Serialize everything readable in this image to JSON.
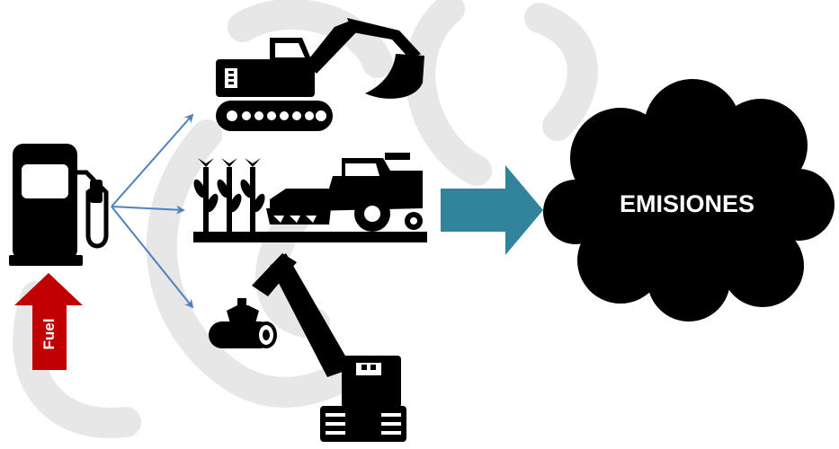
{
  "diagram": {
    "fuel_label": "Fuel",
    "emissions_label": "EMISIONES",
    "nodes": [
      {
        "id": "fuel-pump",
        "icon": "fuel-pump-icon"
      },
      {
        "id": "excavator",
        "icon": "excavator-icon"
      },
      {
        "id": "harvester",
        "icon": "combine-harvester-icon"
      },
      {
        "id": "log-loader",
        "icon": "log-loader-icon"
      },
      {
        "id": "emissions-cloud",
        "icon": "cloud-icon"
      }
    ],
    "colors": {
      "silhouette": "#000000",
      "fuel_arrow": "#c00000",
      "big_arrow": "#31849b",
      "thin_arrows": "#4f81bd",
      "cloud_text": "#ffffff",
      "watermark": "#d9d9d9"
    }
  }
}
